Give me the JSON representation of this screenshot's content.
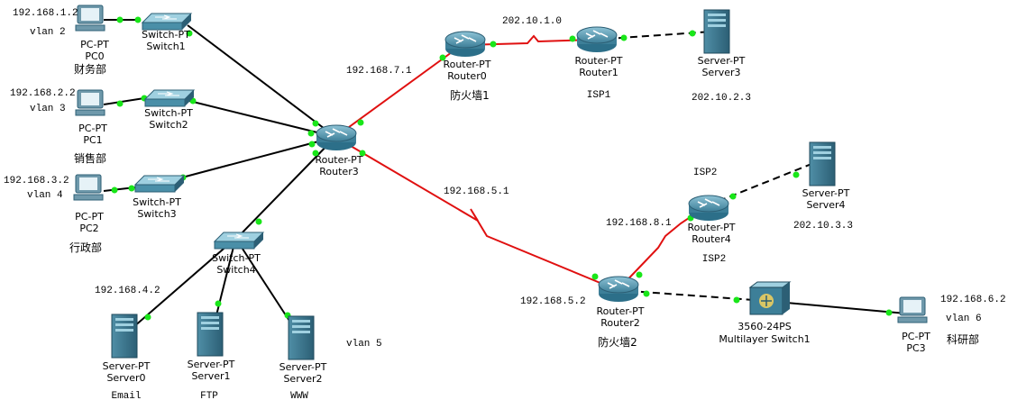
{
  "colors": {
    "cable_copper": "#000000",
    "cable_serial": "#e01010",
    "cable_fiber": "#000000",
    "link_up": "#19e619",
    "device_teal": "#4a8fa8",
    "device_dark": "#2c5f75"
  },
  "devices": [
    {
      "id": "pc0",
      "icon": "pc-icon",
      "type": "PC-PT",
      "name": "PC0",
      "extra": "财务部"
    },
    {
      "id": "pc1",
      "icon": "pc-icon",
      "type": "PC-PT",
      "name": "PC1",
      "extra": "销售部"
    },
    {
      "id": "pc2",
      "icon": "pc-icon",
      "type": "PC-PT",
      "name": "PC2",
      "extra": "行政部"
    },
    {
      "id": "pc3",
      "icon": "pc-icon",
      "type": "PC-PT",
      "name": "PC3",
      "extra": "科研部"
    },
    {
      "id": "switch1",
      "icon": "switch-icon",
      "type": "Switch-PT",
      "name": "Switch1",
      "extra": ""
    },
    {
      "id": "switch2",
      "icon": "switch-icon",
      "type": "Switch-PT",
      "name": "Switch2",
      "extra": ""
    },
    {
      "id": "switch3",
      "icon": "switch-icon",
      "type": "Switch-PT",
      "name": "Switch3",
      "extra": ""
    },
    {
      "id": "switch4",
      "icon": "switch-icon",
      "type": "Switch-PT",
      "name": "Switch4",
      "extra": ""
    },
    {
      "id": "router0",
      "icon": "router-icon",
      "type": "Router-PT",
      "name": "Router0",
      "extra": "防火墙1"
    },
    {
      "id": "router1",
      "icon": "router-icon",
      "type": "Router-PT",
      "name": "Router1",
      "extra": "ISP1"
    },
    {
      "id": "router2",
      "icon": "router-icon",
      "type": "Router-PT",
      "name": "Router2",
      "extra": "防火墙2"
    },
    {
      "id": "router3",
      "icon": "router-icon",
      "type": "Router-PT",
      "name": "Router3",
      "extra": ""
    },
    {
      "id": "router4",
      "icon": "router-icon",
      "type": "Router-PT",
      "name": "Router4",
      "extra": "ISP2"
    },
    {
      "id": "server0",
      "icon": "server-icon",
      "type": "Server-PT",
      "name": "Server0",
      "extra": "Email"
    },
    {
      "id": "server1",
      "icon": "server-icon",
      "type": "Server-PT",
      "name": "Server1",
      "extra": "FTP"
    },
    {
      "id": "server2",
      "icon": "server-icon",
      "type": "Server-PT",
      "name": "Server2",
      "extra": "WWW"
    },
    {
      "id": "server3",
      "icon": "server-icon",
      "type": "Server-PT",
      "name": "Server3",
      "extra": "202.10.2.3"
    },
    {
      "id": "server4",
      "icon": "server-icon",
      "type": "Server-PT",
      "name": "Server4",
      "extra": "202.10.3.3"
    },
    {
      "id": "mls",
      "icon": "multilayer-switch-icon",
      "type": "3560-24PS",
      "name": "Multilayer Switch1",
      "extra": ""
    }
  ],
  "annotations": [
    {
      "id": "a-pc0-ip",
      "text": "192.168.1.2"
    },
    {
      "id": "a-pc0-vlan",
      "text": "vlan 2"
    },
    {
      "id": "a-pc1-ip",
      "text": "192.168.2.2"
    },
    {
      "id": "a-pc1-vlan",
      "text": "vlan 3"
    },
    {
      "id": "a-pc2-ip",
      "text": "192.168.3.2"
    },
    {
      "id": "a-pc2-vlan",
      "text": "vlan 4"
    },
    {
      "id": "a-r3-r0",
      "text": "192.168.7.1"
    },
    {
      "id": "a-r0-r1",
      "text": "202.10.1.0"
    },
    {
      "id": "a-r3-r2",
      "text": "192.168.5.1"
    },
    {
      "id": "a-isp2-top",
      "text": "ISP2"
    },
    {
      "id": "a-r2-r4",
      "text": "192.168.8.1"
    },
    {
      "id": "a-sw4-ip",
      "text": "192.168.4.2"
    },
    {
      "id": "a-vlan5",
      "text": "vlan 5"
    },
    {
      "id": "a-r2-ip",
      "text": "192.168.5.2"
    },
    {
      "id": "a-pc3-ip",
      "text": "192.168.6.2"
    },
    {
      "id": "a-pc3-vlan",
      "text": "vlan 6"
    }
  ]
}
